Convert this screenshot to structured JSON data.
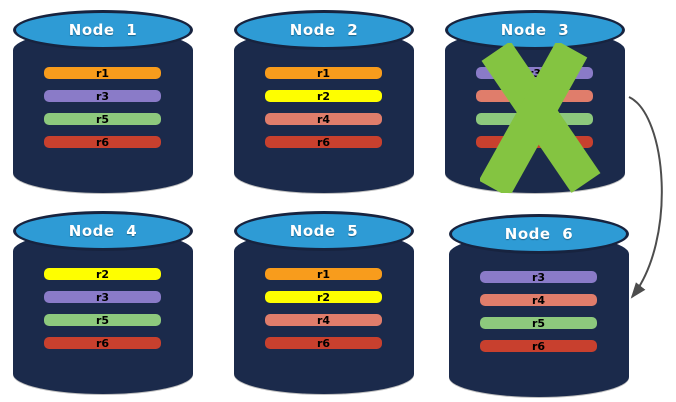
{
  "colors": {
    "cylinder_body": "#1B2A4B",
    "cylinder_top": "#2E9BD5",
    "failed_x": "#84C441",
    "arrow": "#4D4D4D"
  },
  "failover_arrow": {
    "from": "Node 3",
    "to": "Node 6"
  },
  "nodes": [
    {
      "label": "Node 1",
      "failed": false,
      "replicas": [
        {
          "label": "r1",
          "color": "#F89C1C"
        },
        {
          "label": "r3",
          "color": "#8A7BC8"
        },
        {
          "label": "r5",
          "color": "#8DC97D"
        },
        {
          "label": "r6",
          "color": "#C8402E"
        }
      ]
    },
    {
      "label": "Node 2",
      "failed": false,
      "replicas": [
        {
          "label": "r1",
          "color": "#F89C1C"
        },
        {
          "label": "r2",
          "color": "#FEFE00"
        },
        {
          "label": "r4",
          "color": "#E07D6B"
        },
        {
          "label": "r6",
          "color": "#C8402E"
        }
      ]
    },
    {
      "label": "Node 3",
      "failed": true,
      "replicas": [
        {
          "label": "r3",
          "color": "#8A7BC8"
        },
        {
          "label": "",
          "color": "#E07D6B"
        },
        {
          "label": "",
          "color": "#8DC97D"
        },
        {
          "label": "",
          "color": "#C8402E"
        }
      ]
    },
    {
      "label": "Node 4",
      "failed": false,
      "replicas": [
        {
          "label": "r2",
          "color": "#FEFE00"
        },
        {
          "label": "r3",
          "color": "#8A7BC8"
        },
        {
          "label": "r5",
          "color": "#8DC97D"
        },
        {
          "label": "r6",
          "color": "#C8402E"
        }
      ]
    },
    {
      "label": "Node 5",
      "failed": false,
      "replicas": [
        {
          "label": "r1",
          "color": "#F89C1C"
        },
        {
          "label": "r2",
          "color": "#FEFE00"
        },
        {
          "label": "r4",
          "color": "#E07D6B"
        },
        {
          "label": "r6",
          "color": "#C8402E"
        }
      ]
    },
    {
      "label": "Node 6",
      "failed": false,
      "replicas": [
        {
          "label": "r3",
          "color": "#8A7BC8"
        },
        {
          "label": "r4",
          "color": "#E07D6B"
        },
        {
          "label": "r5",
          "color": "#8DC97D"
        },
        {
          "label": "r6",
          "color": "#C8402E"
        }
      ]
    }
  ]
}
